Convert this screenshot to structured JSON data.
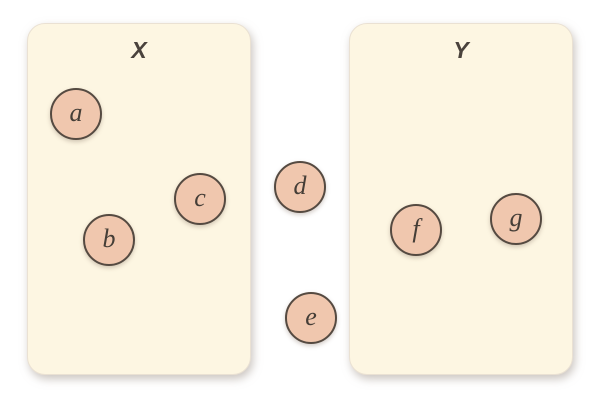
{
  "diagram": {
    "type": "set-diagram",
    "sets": [
      {
        "label": "X",
        "members": [
          "a",
          "b",
          "c"
        ]
      },
      {
        "label": "Y",
        "members": [
          "f",
          "g"
        ]
      }
    ],
    "unassigned_nodes": [
      "d",
      "e"
    ],
    "nodes": [
      {
        "label": "a",
        "set": "X"
      },
      {
        "label": "b",
        "set": "X"
      },
      {
        "label": "c",
        "set": "X"
      },
      {
        "label": "d",
        "set": null
      },
      {
        "label": "e",
        "set": null
      },
      {
        "label": "f",
        "set": "Y"
      },
      {
        "label": "g",
        "set": "Y"
      }
    ],
    "colors": {
      "background": "#ffffff",
      "set_box_fill": "#fdf6e2",
      "set_box_border": "#eae1d3",
      "node_fill": "#f0c7ae",
      "node_border": "#554a41",
      "text": "#4a423c"
    }
  }
}
